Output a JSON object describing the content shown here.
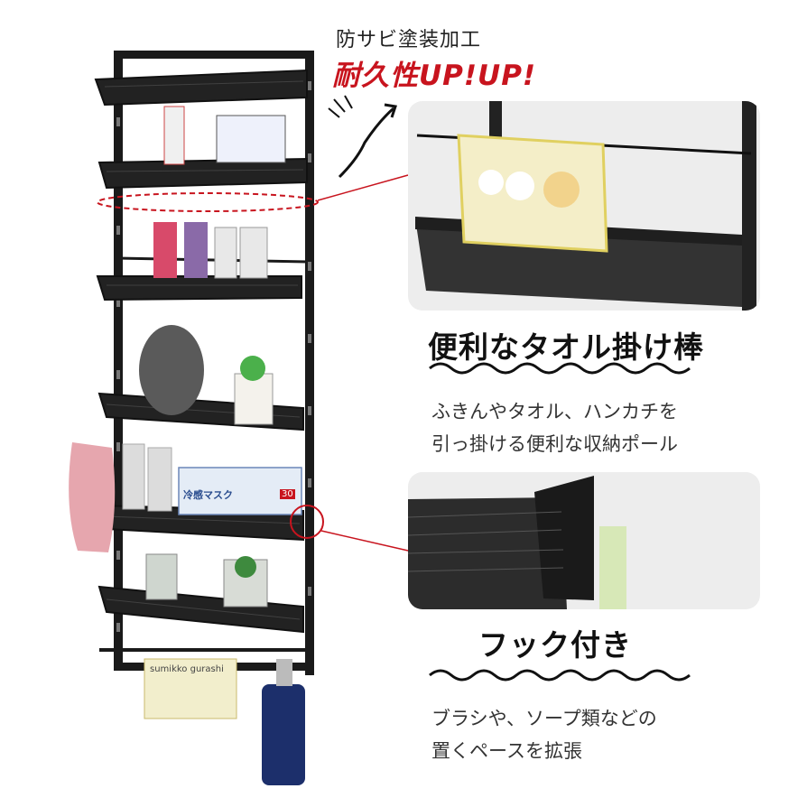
{
  "top_note": "防サビ塗装加工",
  "top_highlight": "耐久性UP!UP!",
  "feature1": {
    "title": "便利なタオル掛け棒",
    "desc_line1": "ふきんやタオル、ハンカチを",
    "desc_line2": "引っ掛ける便利な収納ポール"
  },
  "feature2": {
    "title": "フック付き",
    "desc_line1": "ブラシや、ソープ類などの",
    "desc_line2": "置くペースを拡張"
  },
  "product_labels": {
    "mask_box": "冷感マスク",
    "mask_count": "30",
    "towel_text": "sumikko gurashi"
  },
  "colors": {
    "accent_red": "#c8141e",
    "rack_black": "#1a1a1a",
    "panel_bg": "#ededed"
  }
}
